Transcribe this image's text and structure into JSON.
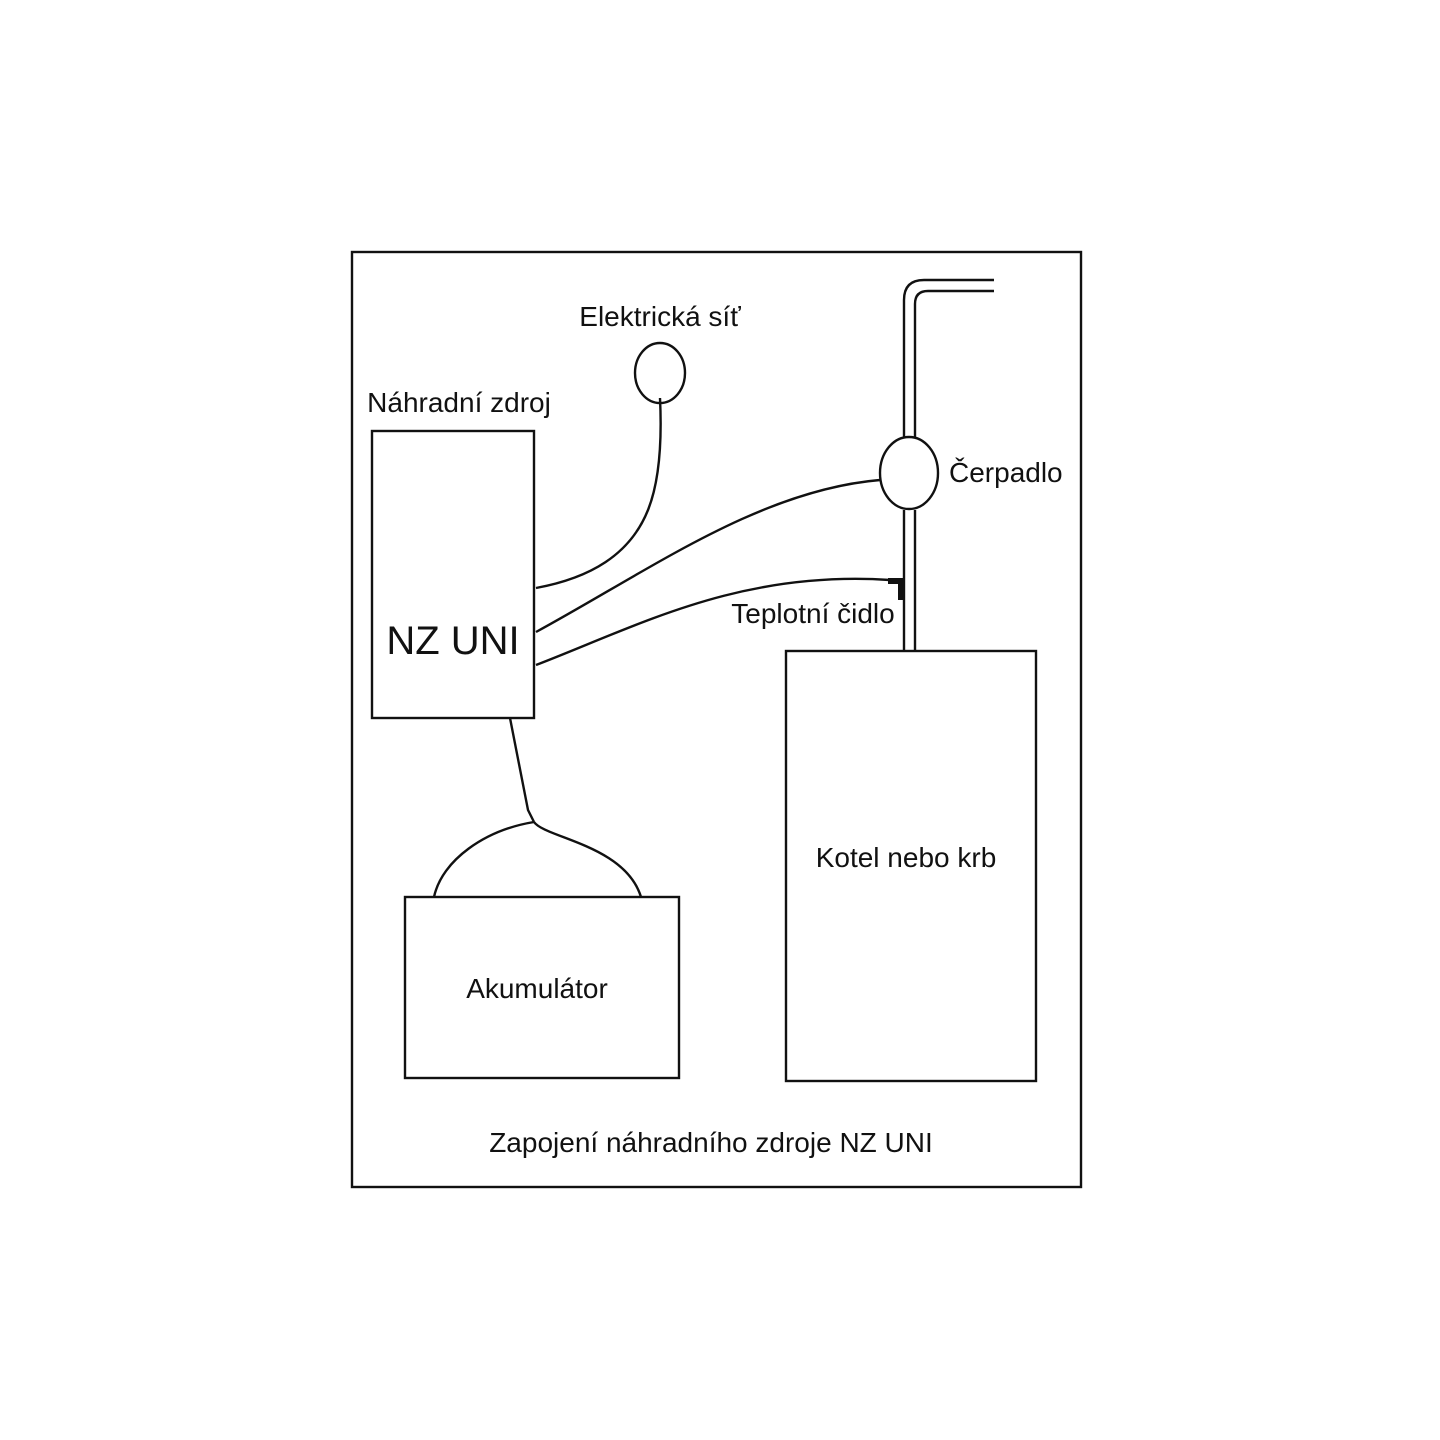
{
  "diagram": {
    "caption": "Zapojení náhradního zdroje NZ UNI",
    "labels": {
      "grid": "Elektrická síť",
      "backup_source": "Náhradní zdroj",
      "unit": "NZ UNI",
      "pump": "Čerpadlo",
      "sensor": "Teplotní čidlo",
      "boiler": "Kotel nebo krb",
      "battery": "Akumulátor"
    }
  }
}
